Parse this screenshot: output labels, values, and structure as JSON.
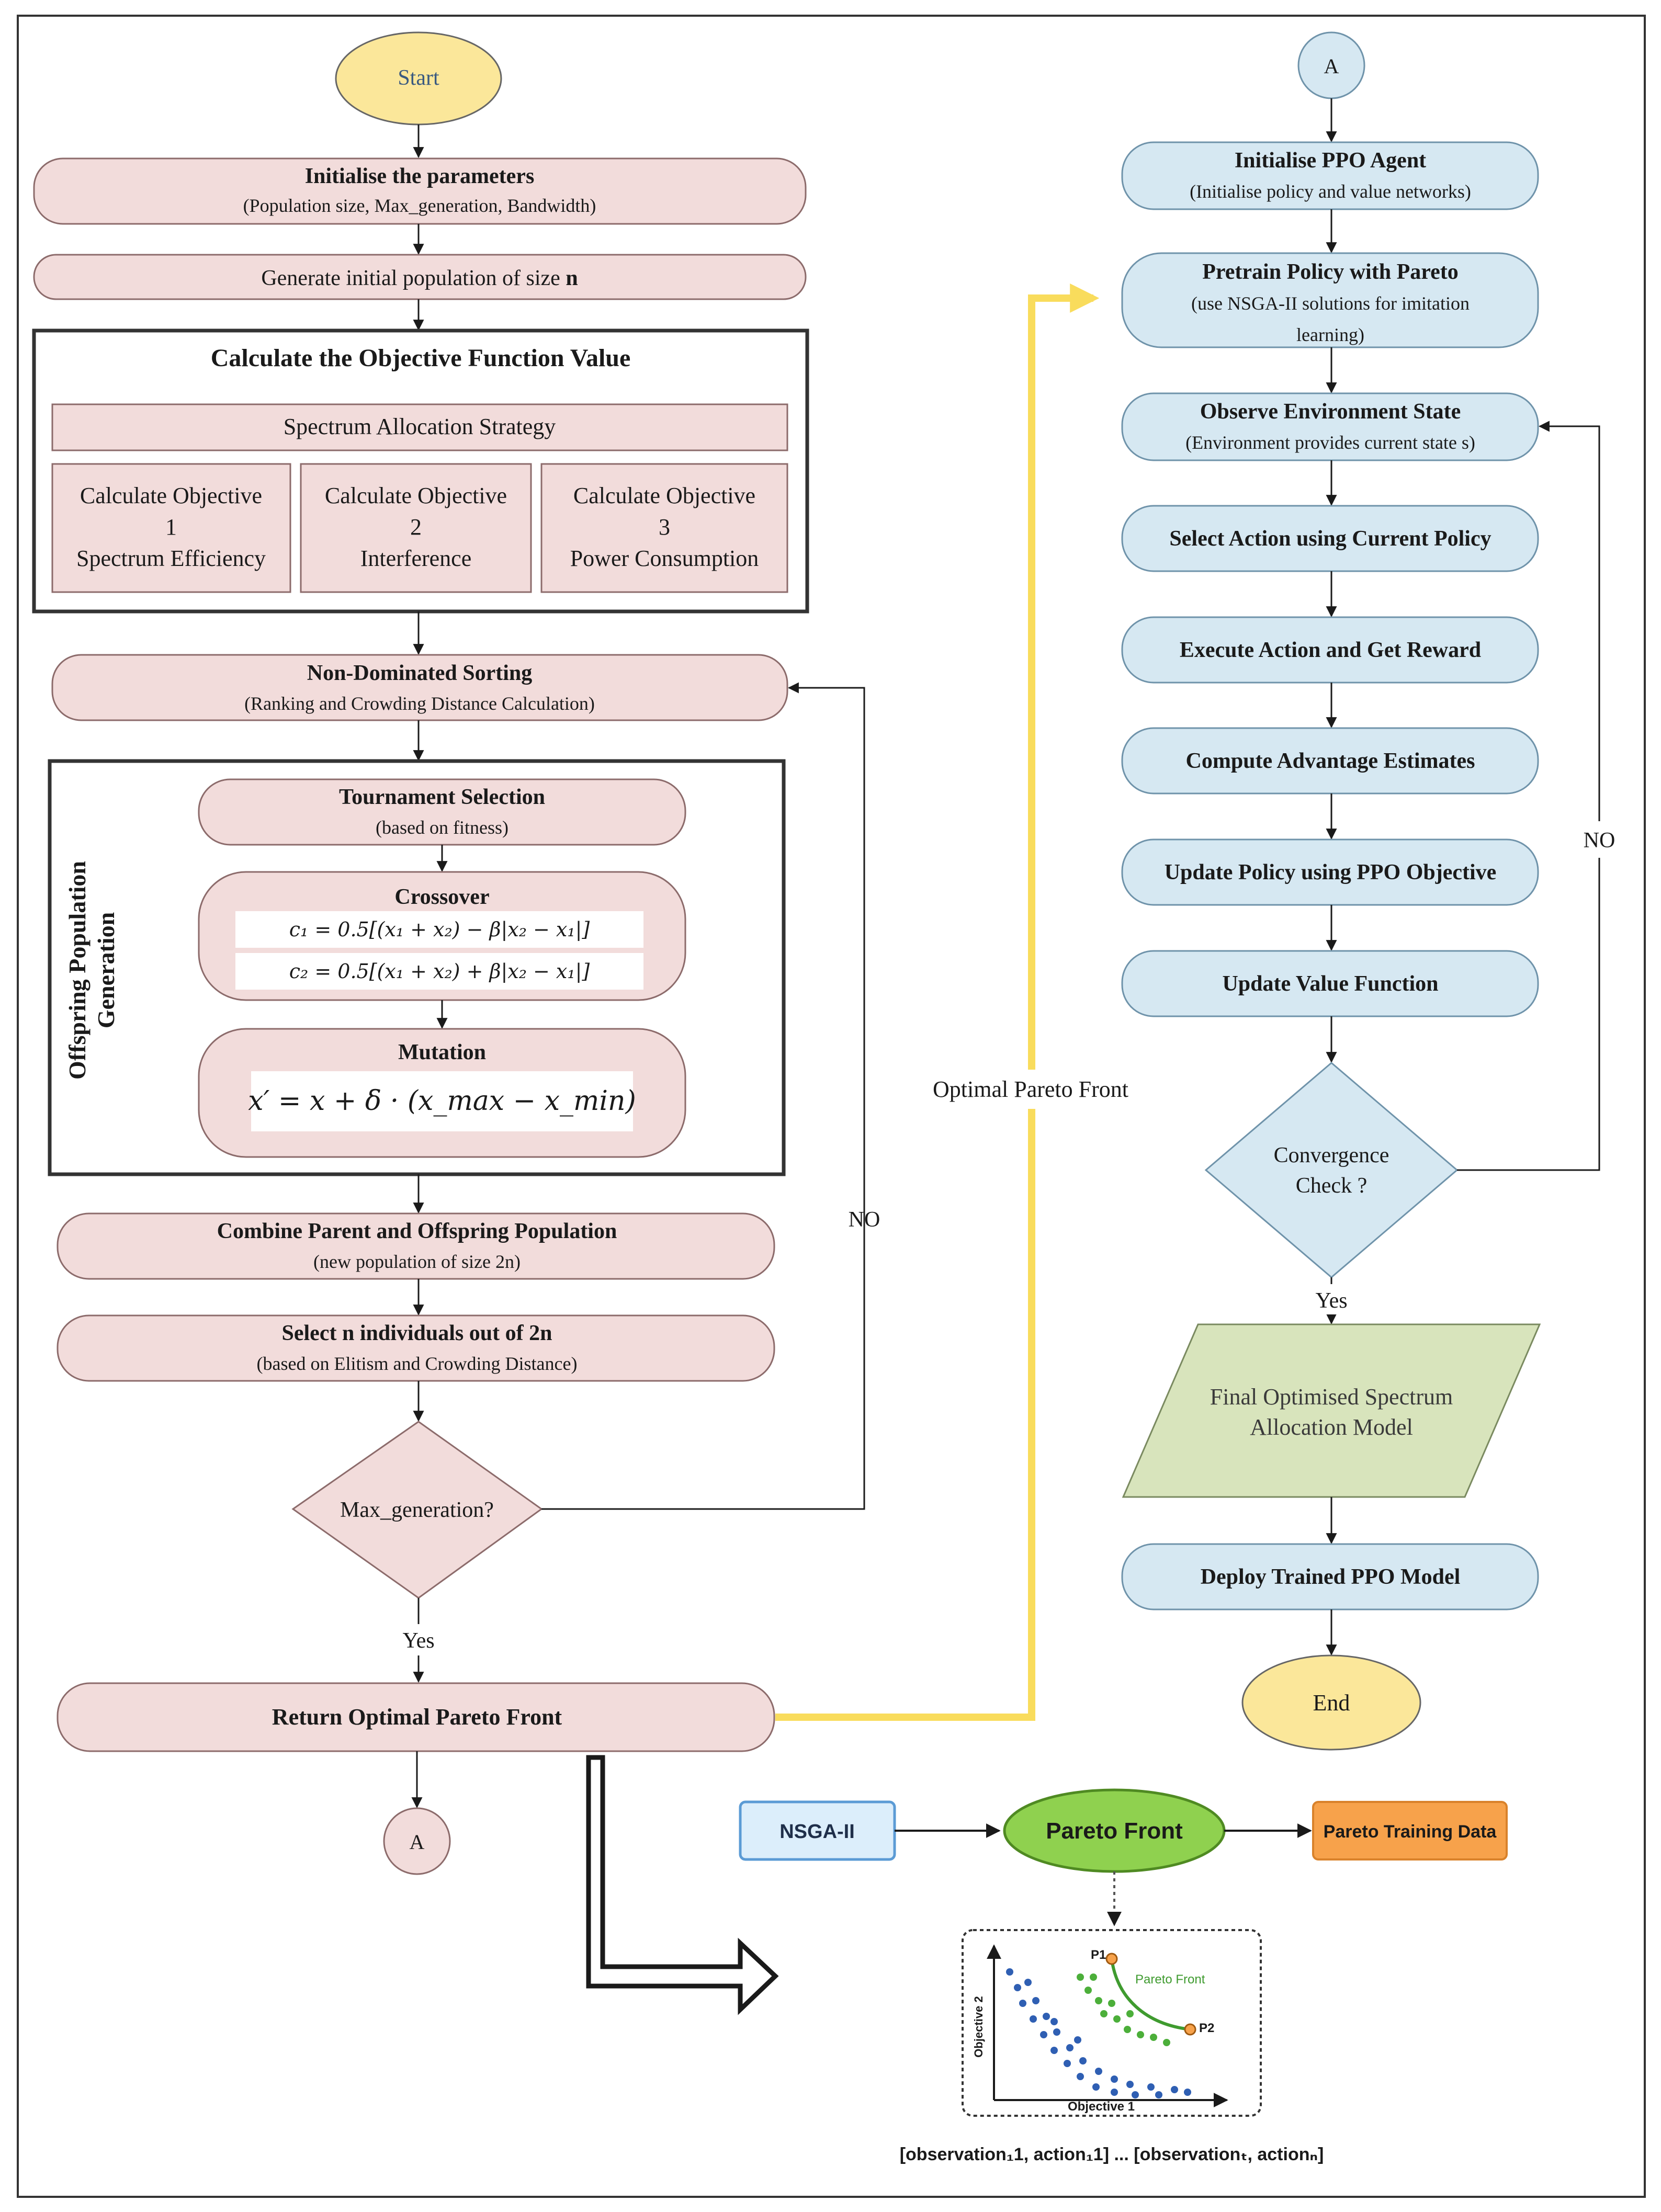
{
  "left": {
    "start": "Start",
    "init_title": "Initialise the parameters",
    "init_sub": "(Population size, Max_generation, Bandwidth)",
    "generate_prefix": "Generate initial population of size",
    "generate_n": "n",
    "objective_box_title": "Calculate the Objective Function Value",
    "strategy": "Spectrum Allocation Strategy",
    "objectives": [
      {
        "line1": "Calculate Objective",
        "line2": "1",
        "line3": "Spectrum Efficiency"
      },
      {
        "line1": "Calculate Objective",
        "line2": "2",
        "line3": "Interference"
      },
      {
        "line1": "Calculate Objective",
        "line2": "3",
        "line3": "Power Consumption"
      }
    ],
    "nds_title": "Non-Dominated Sorting",
    "nds_sub": "(Ranking and Crowding Distance Calculation)",
    "offspring_label_1": "Offspring Population",
    "offspring_label_2": "Generation",
    "tournament_title": "Tournament Selection",
    "tournament_sub": "(based on fitness)",
    "crossover_title": "Crossover",
    "crossover_eq1": "c₁ = 0.5[(x₁ + x₂) − β|x₂ − x₁|]",
    "crossover_eq2": "c₂ = 0.5[(x₁ + x₂) + β|x₂ − x₁|]",
    "mutation_title": "Mutation",
    "mutation_eq": "x′ = x + δ · (x_max − x_min)",
    "combine_title": "Combine Parent and Offspring Population",
    "combine_sub": "(new population of size 2n)",
    "select_title": "Select n individuals out of 2n",
    "select_sub": "(based on Elitism and Crowding Distance)",
    "maxgen": "Max_generation?",
    "no": "NO",
    "yes": "Yes",
    "return_title": "Return Optimal Pareto Front",
    "connector_a": "A"
  },
  "middle": {
    "optimal_pareto_label": "Optimal Pareto Front"
  },
  "right": {
    "connector_a": "A",
    "ppo_init_title": "Initialise PPO Agent",
    "ppo_init_sub": "(Initialise policy and value networks)",
    "pretrain_title": "Pretrain Policy with Pareto",
    "pretrain_sub1": "(use NSGA-II solutions for imitation",
    "pretrain_sub2": "learning)",
    "observe_title": "Observe Environment State",
    "observe_sub": "(Environment provides current state s)",
    "select_action": "Select Action using Current Policy",
    "execute": "Execute Action and Get Reward",
    "advantage": "Compute Advantage Estimates",
    "update_policy": "Update Policy using PPO Objective",
    "update_value": "Update Value Function",
    "convergence_1": "Convergence",
    "convergence_2": "Check ?",
    "no": "NO",
    "yes": "Yes",
    "final_1": "Final Optimised Spectrum",
    "final_2": "Allocation Model",
    "deploy": "Deploy Trained PPO Model",
    "end": "End"
  },
  "inset": {
    "nsga": "NSGA-II",
    "pareto_front": "Pareto Front",
    "training_data": "Pareto Training Data",
    "plot_p1": "P1",
    "plot_p2": "P2",
    "plot_curve_label": "Pareto Front",
    "plot_xlabel": "Objective 1",
    "plot_ylabel": "Objective 2",
    "bottom_formula": "[observation₁1, action₁1] ... [observationₜ, actionₙ]"
  },
  "colors": {
    "pink_fill": "#f2dcdb",
    "pink_stroke": "#8c6b6b",
    "blue_fill": "#d6e8f2",
    "blue_stroke": "#6f93aa",
    "yellow_fill": "#fbe79a",
    "green_fill": "#d8e4bc",
    "yellow_arrow": "#f9dc5c",
    "nsga_fill": "#dceefb",
    "nsga_stroke": "#5b9bd5",
    "pareto_fill": "#8fd14f",
    "training_fill": "#f7a24b"
  }
}
